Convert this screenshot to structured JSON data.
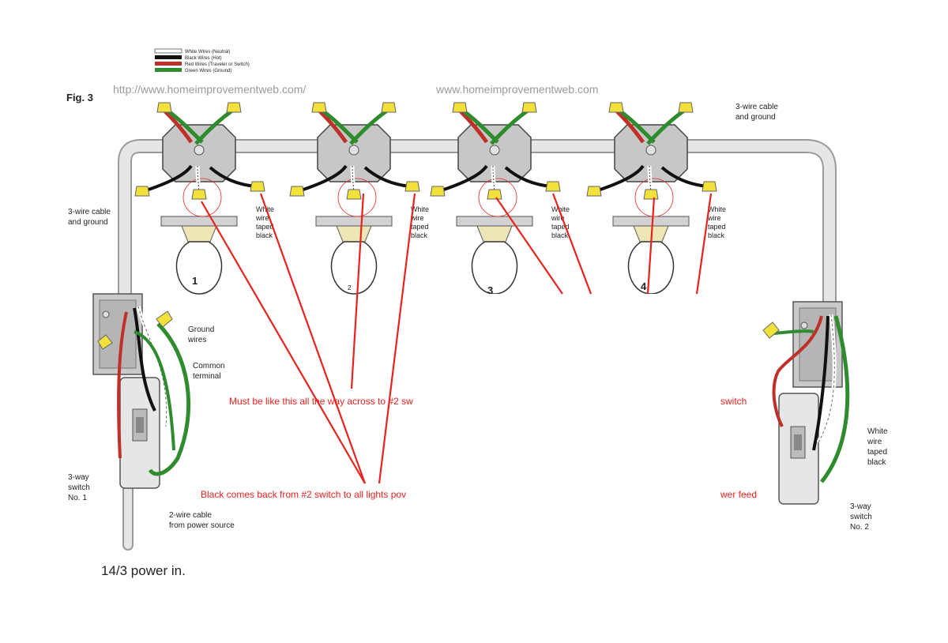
{
  "legend": {
    "items": [
      {
        "label": "White Wires (Neutral)",
        "color": "#ffffff"
      },
      {
        "label": "Black Wires (Hot)",
        "color": "#111111"
      },
      {
        "label": "Red Wires (Traveler or Switch)",
        "color": "#c0302a"
      },
      {
        "label": "Green Wires (Ground)",
        "color": "#2e8b2e"
      }
    ]
  },
  "figure_label": "Fig. 3",
  "watermark_left": "http://www.homeimprovementweb.com/",
  "watermark_right": "www.homeimprovementweb.com",
  "lights": {
    "numbers": [
      "1",
      "2",
      "3",
      "4"
    ],
    "white_wire_note": [
      "White",
      "wire",
      "taped",
      "black"
    ]
  },
  "labels": {
    "cable_right": [
      "3-wire cable",
      "and ground"
    ],
    "cable_left": [
      "3-wire cable",
      "and ground"
    ],
    "ground_wires": [
      "Ground",
      "wires"
    ],
    "common_terminal": [
      "Common",
      "terminal"
    ],
    "switch1": [
      "3-way",
      "switch",
      "No. 1"
    ],
    "power_cable": [
      "2-wire cable",
      "from power source"
    ],
    "switch2_white": [
      "White",
      "wire",
      "taped",
      "black"
    ],
    "switch2": [
      "3-way",
      "switch",
      "No. 2"
    ]
  },
  "notes": {
    "must_be": "Must be like this all the way across to #2 sw",
    "must_be_tail": "switch",
    "black_comes": "Black comes back from #2 switch to all  lights pov",
    "black_comes_tail": "wer feed"
  },
  "caption": "14/3 power in.",
  "colors": {
    "annotation_red": "#e8231f",
    "conduit": "#dcdcdc",
    "wire_nut": "#f2e13a"
  }
}
